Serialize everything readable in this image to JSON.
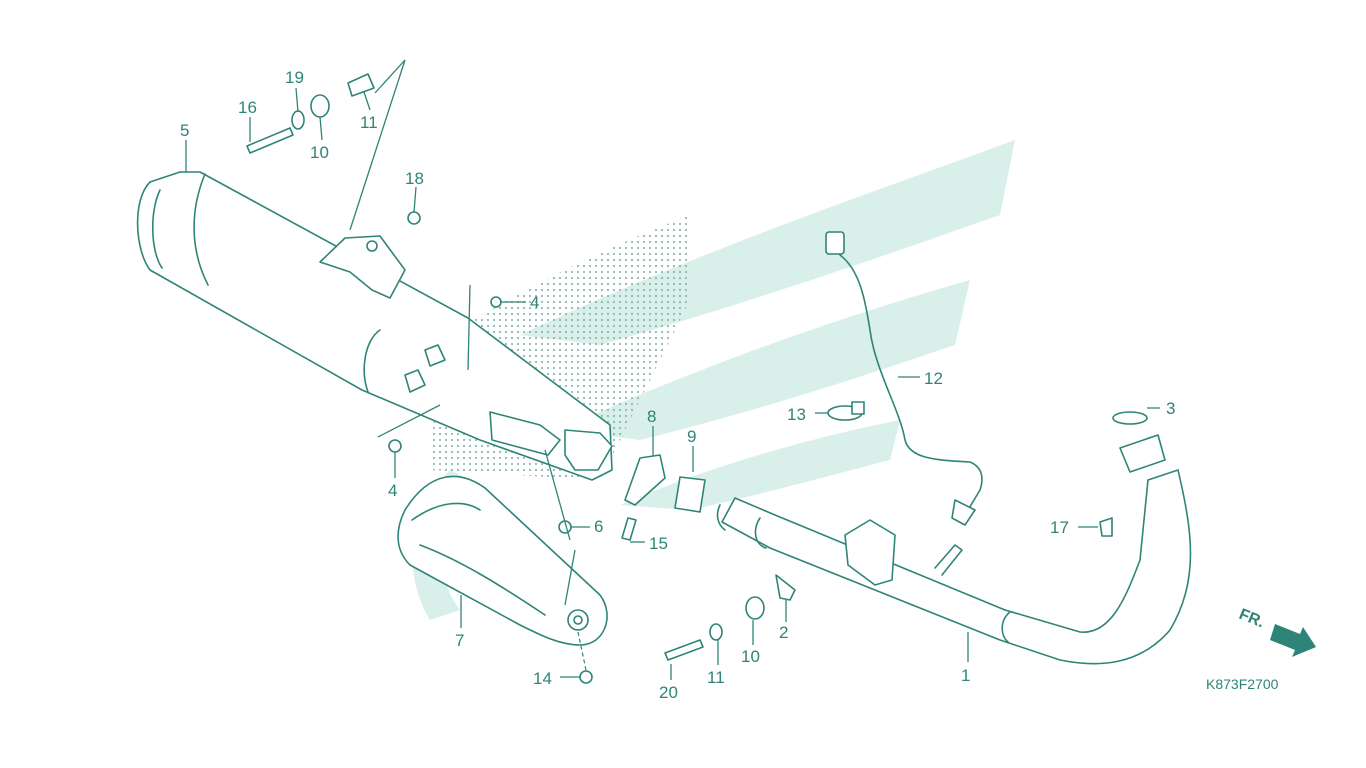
{
  "diagram": {
    "code": "K873F2700",
    "front_indicator": "FR.",
    "colors": {
      "line": "#2f8478",
      "watermark": "#d9efe9",
      "dots": "#8fb9b2",
      "background": "#ffffff"
    },
    "parts": {
      "p1": "1",
      "p2": "2",
      "p3": "3",
      "p4a": "4",
      "p4b": "4",
      "p5": "5",
      "p6": "6",
      "p7": "7",
      "p8": "8",
      "p9": "9",
      "p10a": "10",
      "p10b": "10",
      "p11a": "11",
      "p11b": "11",
      "p12": "12",
      "p13": "13",
      "p14": "14",
      "p15": "15",
      "p16": "16",
      "p17": "17",
      "p18": "18",
      "p19": "19",
      "p20": "20"
    }
  }
}
